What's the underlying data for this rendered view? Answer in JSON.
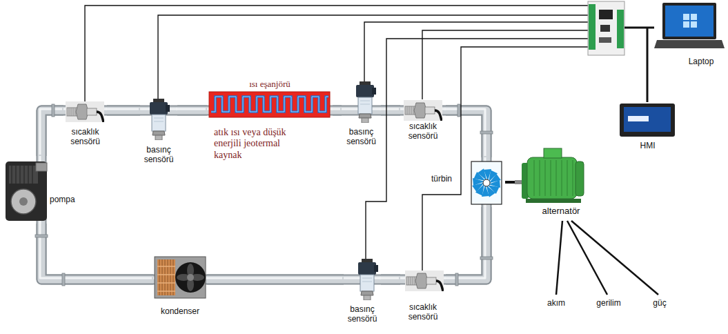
{
  "diagram": {
    "nodes": [
      {
        "text": [
          "sıcaklık sensörü"
        ]
      },
      {
        "text": [
          "basınç sensörü"
        ]
      },
      {
        "text": [
          "ısı eşanjörü",
          "atık ısı veya düşük enerjili jeotermal kaynak"
        ]
      },
      {
        "text": [
          "basınç sensörü"
        ]
      },
      {
        "text": [
          "sıcaklık sensörü"
        ]
      },
      {
        "text": [
          "Laptop"
        ]
      },
      {
        "text": [
          "HMI"
        ]
      },
      {
        "text": [
          "türbin"
        ]
      },
      {
        "text": [
          "alternatör"
        ]
      },
      {
        "text": [
          "pompa"
        ]
      },
      {
        "text": [
          "kondenser"
        ]
      },
      {
        "text": [
          "basınç sensörü"
        ]
      },
      {
        "text": [
          "sıcaklık sensörü"
        ]
      }
    ],
    "edges": [
      {
        "from": 9,
        "to": 0,
        "arrow": "none"
      },
      {
        "from": 0,
        "to": 1,
        "arrow": "none"
      },
      {
        "from": 1,
        "to": 2,
        "arrow": "none"
      },
      {
        "from": 2,
        "to": 3,
        "arrow": "none"
      },
      {
        "from": 3,
        "to": 4,
        "arrow": "none"
      },
      {
        "from": 4,
        "to": 7,
        "arrow": "none"
      },
      {
        "from": 7,
        "to": 8,
        "arrow": "none"
      },
      {
        "from": 7,
        "to": 12,
        "arrow": "none"
      },
      {
        "from": 12,
        "to": 11,
        "arrow": "none"
      },
      {
        "from": 11,
        "to": 10,
        "arrow": "none"
      },
      {
        "from": 10,
        "to": 9,
        "arrow": "none"
      }
    ],
    "labels": [
      "akım",
      "gerilim",
      "güç"
    ]
  }
}
